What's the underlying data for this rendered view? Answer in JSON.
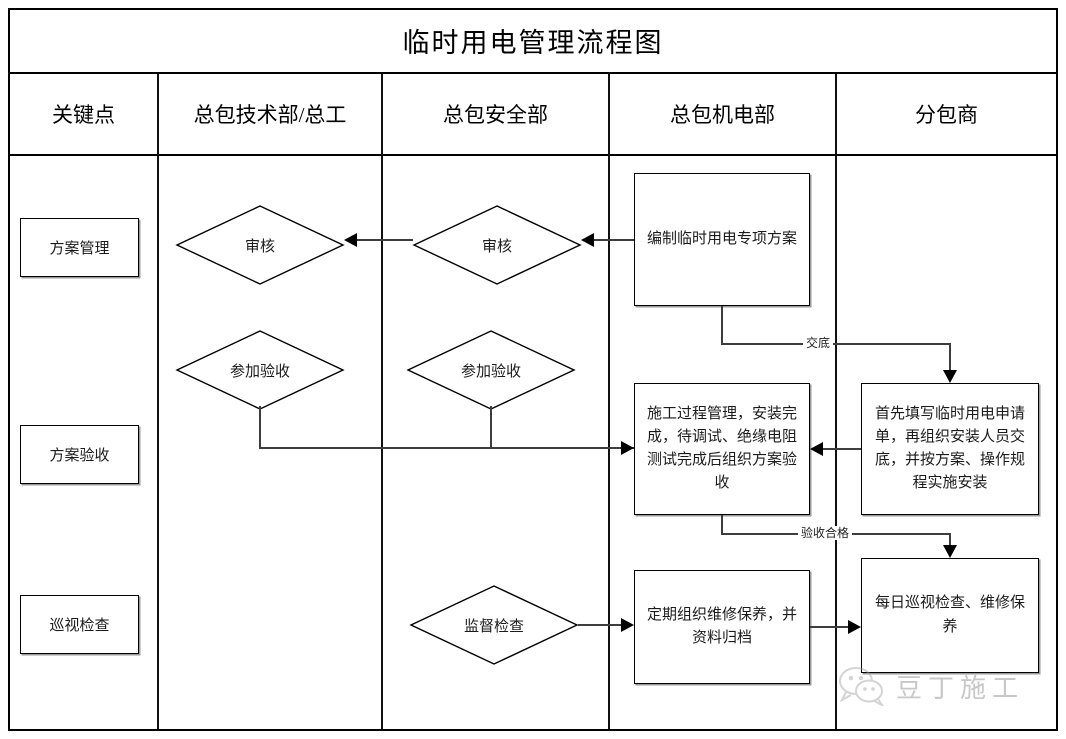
{
  "title": "临时用电管理流程图",
  "columns": [
    {
      "id": "key-points",
      "label": "关键点"
    },
    {
      "id": "general-tech",
      "label": "总包技术部/总工"
    },
    {
      "id": "general-safety",
      "label": "总包安全部"
    },
    {
      "id": "general-mech-elec",
      "label": "总包机电部"
    },
    {
      "id": "subcontractor",
      "label": "分包商"
    }
  ],
  "key_points": [
    {
      "id": "plan-management",
      "label": "方案管理"
    },
    {
      "id": "plan-acceptance",
      "label": "方案验收"
    },
    {
      "id": "patrol-inspection",
      "label": "巡视检查"
    }
  ],
  "nodes": [
    {
      "id": "review-tech",
      "shape": "diamond",
      "column": "general-tech",
      "label": "审核"
    },
    {
      "id": "review-safety",
      "shape": "diamond",
      "column": "general-safety",
      "label": "审核"
    },
    {
      "id": "join-acceptance-tech",
      "shape": "diamond",
      "column": "general-tech",
      "label": "参加验收"
    },
    {
      "id": "join-acceptance-safety",
      "shape": "diamond",
      "column": "general-safety",
      "label": "参加验收"
    },
    {
      "id": "supervise-inspect",
      "shape": "diamond",
      "column": "general-safety",
      "label": "监督检查"
    },
    {
      "id": "draft-plan",
      "shape": "process",
      "column": "general-mech-elec",
      "label": "编制临时用电专项方案"
    },
    {
      "id": "construction-manage",
      "shape": "process",
      "column": "general-mech-elec",
      "label": "施工过程管理，安装完成，待调试、绝缘电阻测试完成后组织方案验收"
    },
    {
      "id": "periodic-maintenance",
      "shape": "process",
      "column": "general-mech-elec",
      "label": "定期组织维修保养，并资料归档"
    },
    {
      "id": "apply-and-install",
      "shape": "process",
      "column": "subcontractor",
      "label": "首先填写临时用电申请单，再组织安装人员交底，并按方案、操作规程实施安装"
    },
    {
      "id": "daily-patrol",
      "shape": "process",
      "column": "subcontractor",
      "label": "每日巡视检查、维修保养"
    }
  ],
  "edge_labels": [
    {
      "id": "handover",
      "label": "交底"
    },
    {
      "id": "acceptance-passed",
      "label": "验收合格"
    }
  ],
  "watermark": {
    "text": "豆丁施工",
    "icon": "wechat-icon"
  },
  "colors": {
    "line": "#3d3d3d",
    "border": "#000000",
    "text": "#1b1b1b",
    "background": "#ffffff"
  }
}
